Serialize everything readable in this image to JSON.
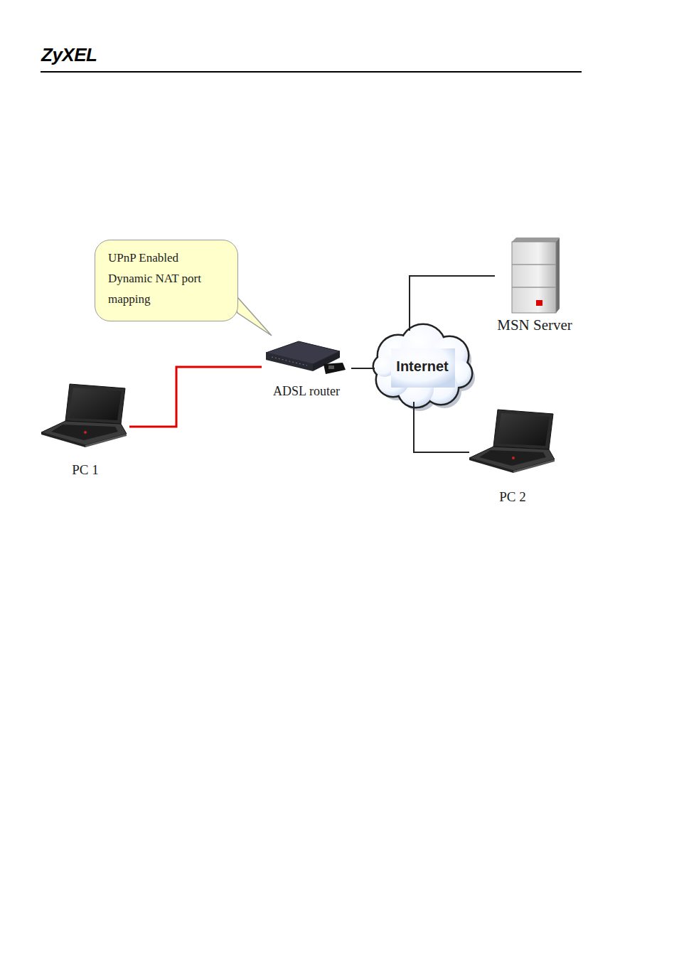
{
  "diagram": {
    "nodes": [
      {
        "text": [
          "UPnP Enabled Dynamic NAT port mapping"
        ]
      },
      {
        "text": [
          "MSN Server"
        ]
      },
      {
        "text": [
          "ADSL router"
        ]
      },
      {
        "text": [
          "Internet"
        ]
      },
      {
        "text": [
          "PC 1"
        ]
      },
      {
        "text": [
          "PC 2"
        ]
      }
    ],
    "edges": [
      {
        "from": 4,
        "to": 2,
        "arrow": "none"
      },
      {
        "from": 2,
        "to": 3,
        "arrow": "none"
      },
      {
        "from": 3,
        "to": 1,
        "arrow": "none"
      },
      {
        "from": 3,
        "to": 5,
        "arrow": "none"
      }
    ],
    "labels": [
      "ZyXEL"
    ]
  }
}
